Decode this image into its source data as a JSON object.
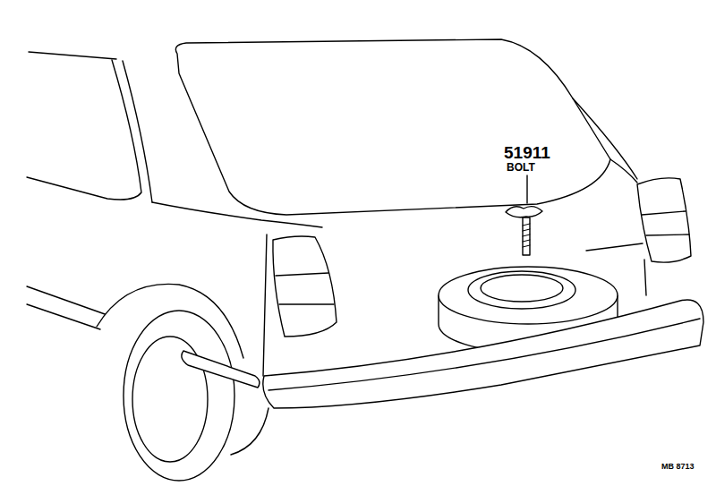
{
  "diagram": {
    "labels": [
      "51911",
      "BOLT",
      "MB 8713"
    ]
  }
}
